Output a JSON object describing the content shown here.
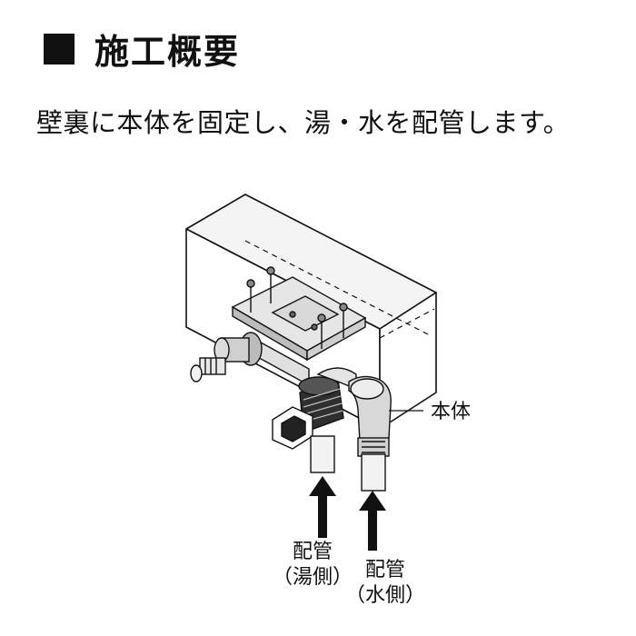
{
  "header": {
    "icon": "black-square-icon",
    "title": "施工概要"
  },
  "description": "壁裏に本体を固定し、湯・水を配管します。",
  "diagram": {
    "labels": {
      "body": "本体",
      "hot_pipe_line1": "配管",
      "hot_pipe_line2": "（湯側）",
      "cold_pipe_line1": "配管",
      "cold_pipe_line2": "（水側）"
    },
    "icons": [
      "wall-beam-icon",
      "mounting-bracket-icon",
      "hot-water-fitting-icon",
      "elbow-body-icon",
      "up-arrow-icon"
    ]
  },
  "colors": {
    "ink": "#111111",
    "fill_light": "#f0f0f0",
    "fill_mid": "#d8d8d8",
    "fill_dark": "#9a9a9a"
  }
}
